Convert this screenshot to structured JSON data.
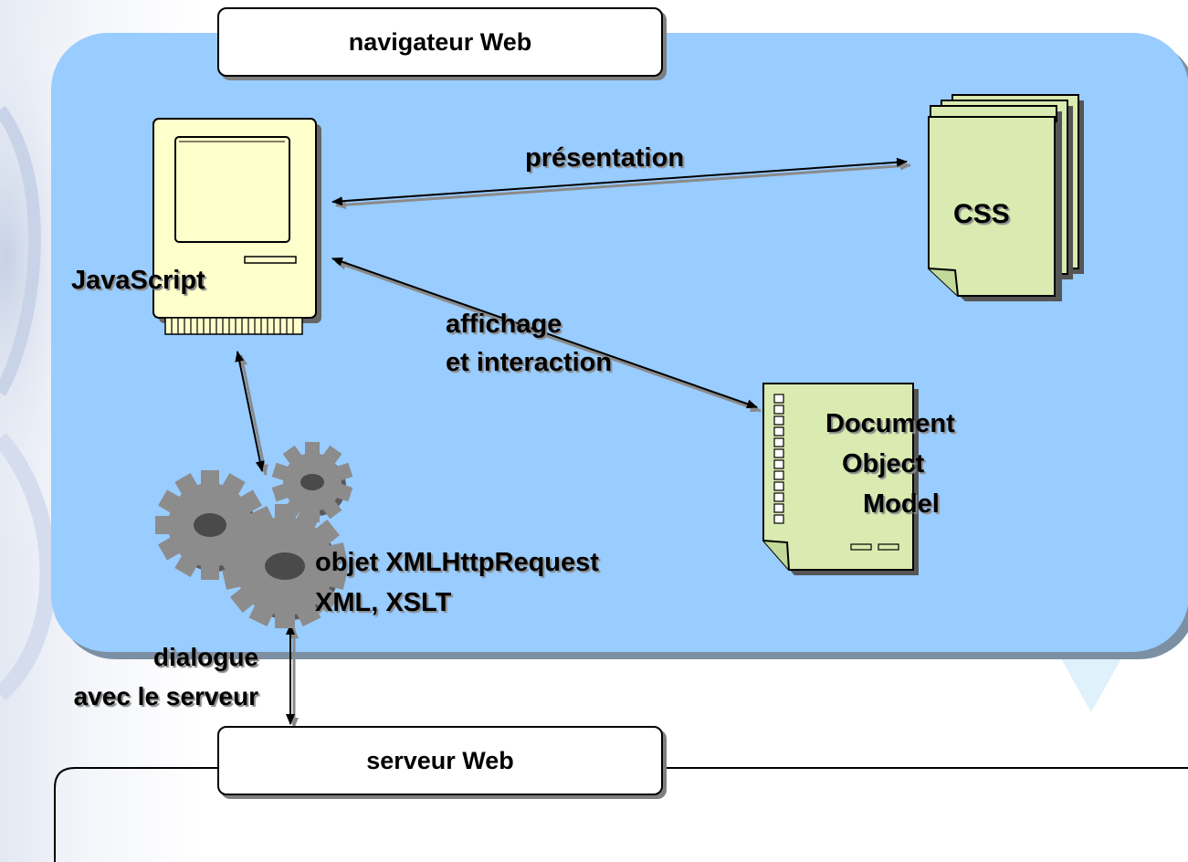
{
  "browser_title": "navigateur Web",
  "server_title": "serveur Web",
  "nodes": {
    "javascript": "JavaScript",
    "css": "CSS",
    "dom": [
      "Document",
      "Object",
      "Model"
    ],
    "xhr": [
      "objet XMLHttpRequest",
      "XML, XSLT"
    ]
  },
  "edges": {
    "presentation": "présentation",
    "display": [
      "affichage",
      "et interaction"
    ],
    "dialogue": [
      "dialogue",
      "avec le serveur"
    ]
  },
  "colors": {
    "browser_area": "#99ccff",
    "computer_fill": "#ffffcc",
    "document_fill": "#d9ebb0",
    "gear_fill": "#8c8c8c",
    "shadow": "#7f7f7f"
  }
}
